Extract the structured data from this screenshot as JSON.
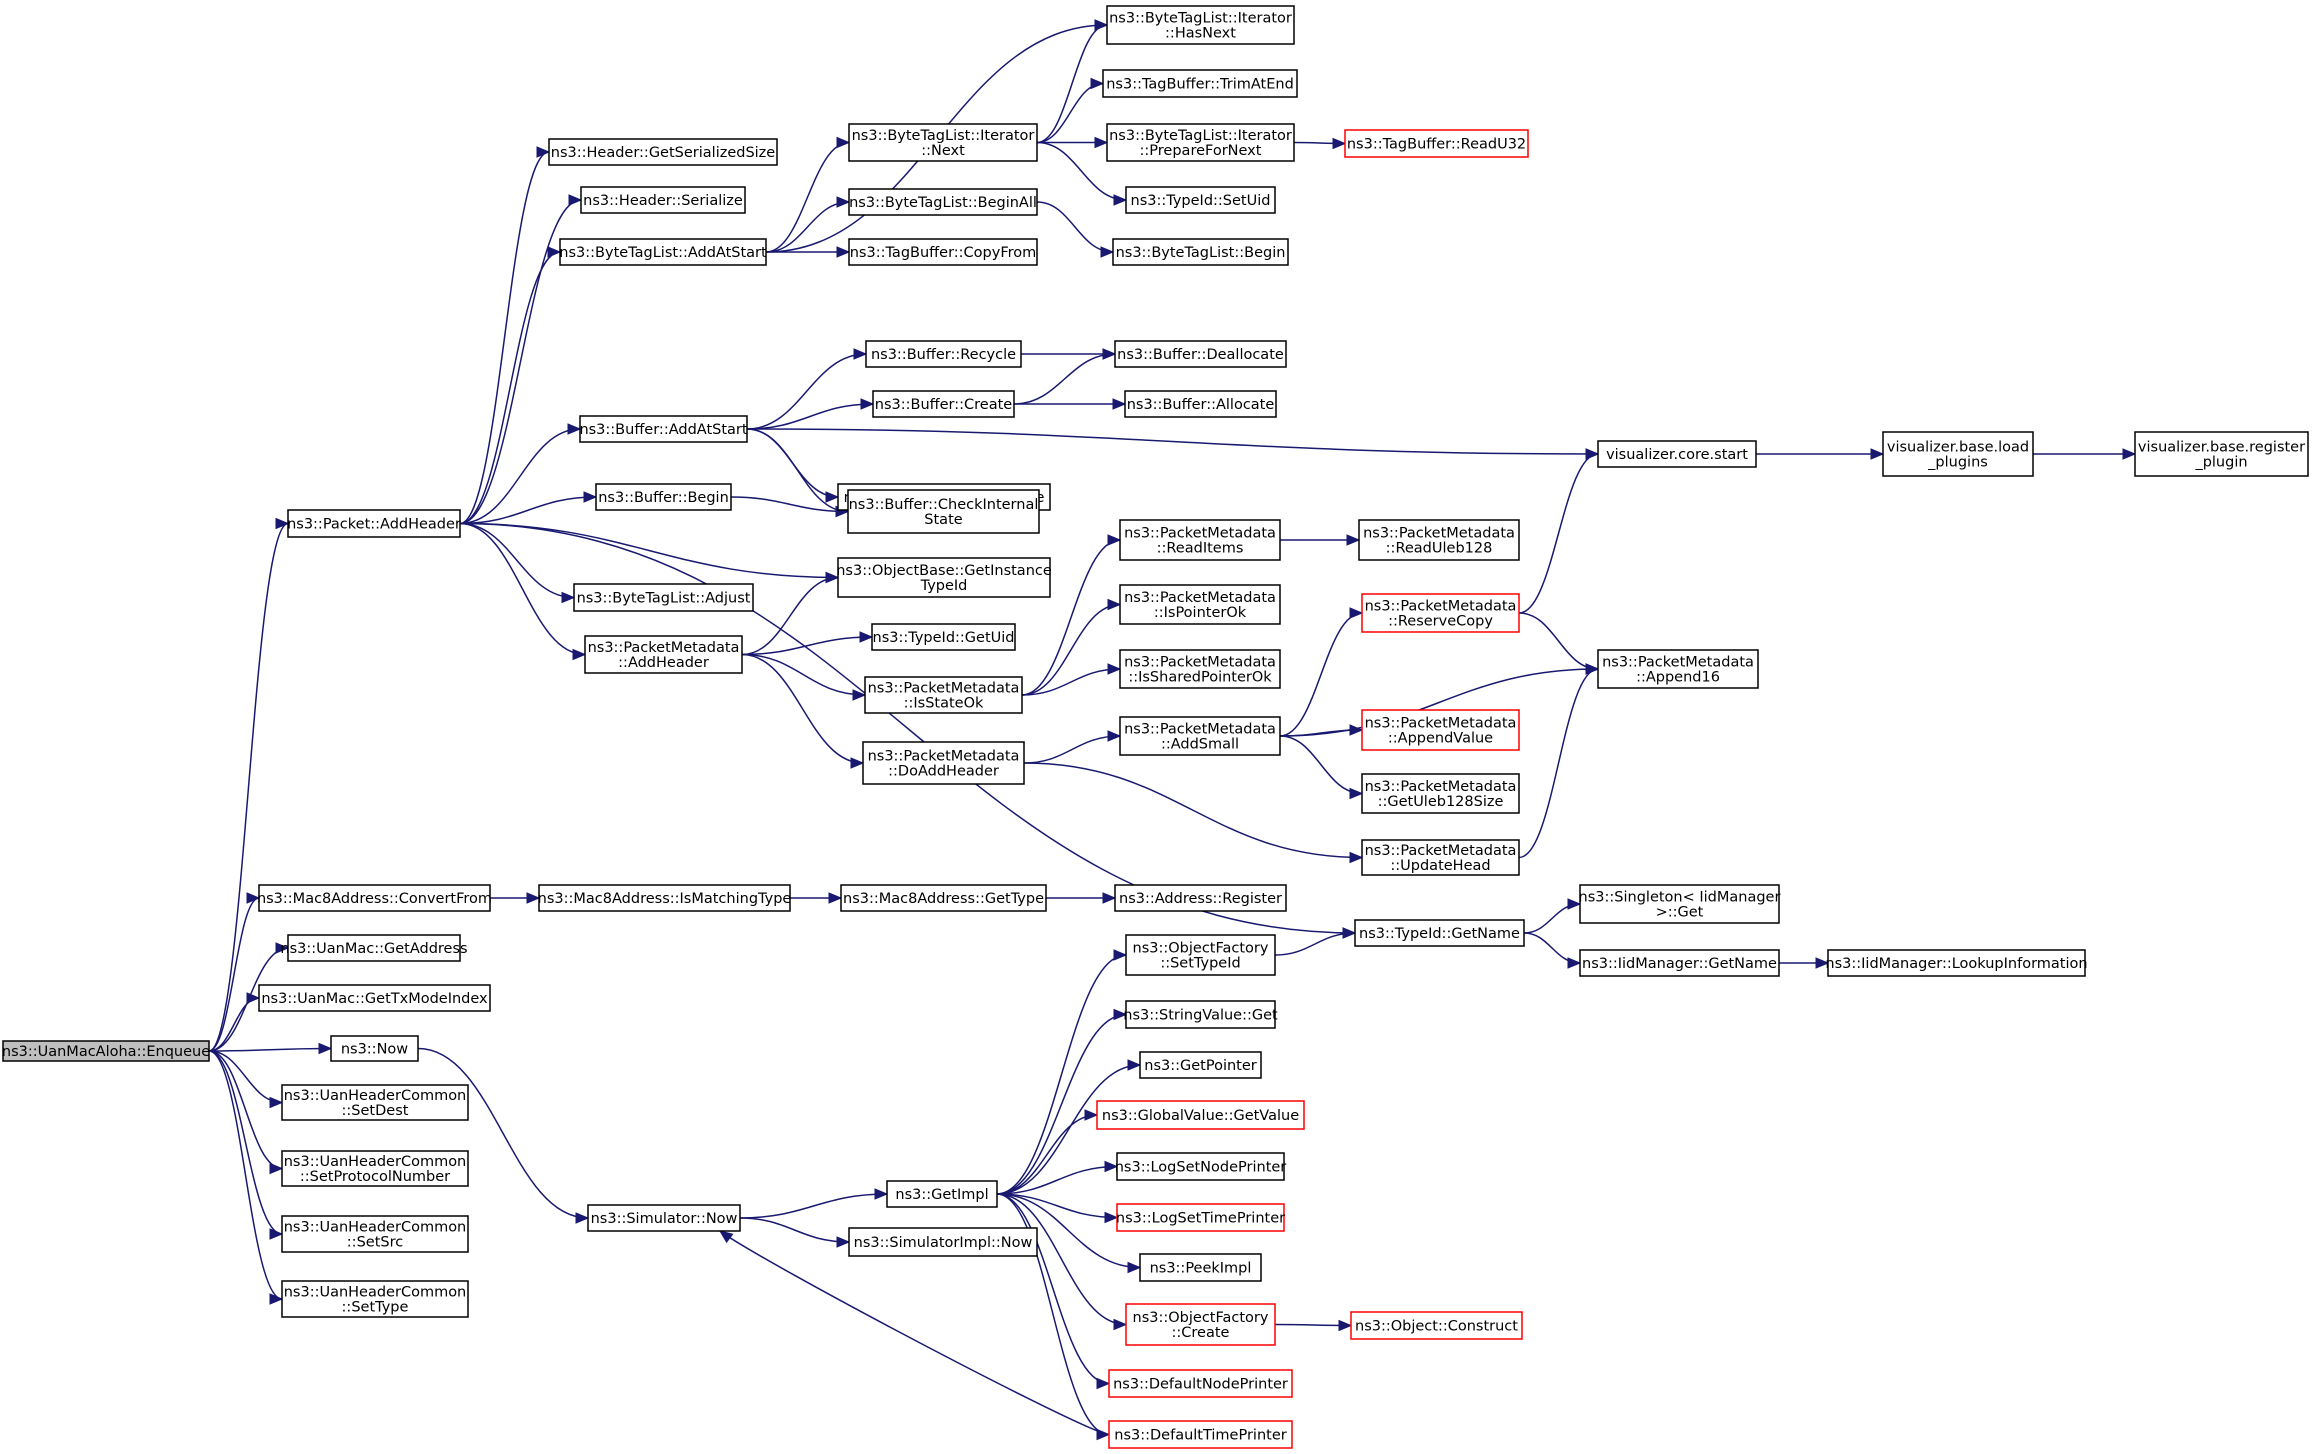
{
  "nodes": [
    {
      "id": "n0",
      "lines": [
        "ns3::UanMacAloha::Enqueue"
      ],
      "style": "root"
    },
    {
      "id": "n1",
      "lines": [
        "ns3::Packet::AddHeader"
      ]
    },
    {
      "id": "n2",
      "lines": [
        "ns3::Mac8Address::ConvertFrom"
      ]
    },
    {
      "id": "n3",
      "lines": [
        "ns3::UanMac::GetAddress"
      ]
    },
    {
      "id": "n4",
      "lines": [
        "ns3::UanMac::GetTxModeIndex"
      ]
    },
    {
      "id": "n5",
      "lines": [
        "ns3::Now"
      ]
    },
    {
      "id": "n6",
      "lines": [
        "ns3::UanHeaderCommon",
        "::SetDest"
      ]
    },
    {
      "id": "n7",
      "lines": [
        "ns3::UanHeaderCommon",
        "::SetProtocolNumber"
      ]
    },
    {
      "id": "n8",
      "lines": [
        "ns3::UanHeaderCommon",
        "::SetSrc"
      ]
    },
    {
      "id": "n9",
      "lines": [
        "ns3::UanHeaderCommon",
        "::SetType"
      ]
    },
    {
      "id": "n10",
      "lines": [
        "ns3::Header::GetSerializedSize"
      ]
    },
    {
      "id": "n11",
      "lines": [
        "ns3::Header::Serialize"
      ]
    },
    {
      "id": "n12",
      "lines": [
        "ns3::ByteTagList::AddAtStart"
      ]
    },
    {
      "id": "n13",
      "lines": [
        "ns3::Buffer::AddAtStart"
      ]
    },
    {
      "id": "n14",
      "lines": [
        "ns3::Buffer::Begin"
      ]
    },
    {
      "id": "n15",
      "lines": [
        "ns3::ByteTagList::Adjust"
      ]
    },
    {
      "id": "n16",
      "lines": [
        "ns3::PacketMetadata",
        "::AddHeader"
      ]
    },
    {
      "id": "n17",
      "lines": [
        "ns3::ObjectBase::GetInstance",
        "TypeId"
      ]
    },
    {
      "id": "n18",
      "lines": [
        "ns3::TypeId::GetName"
      ]
    },
    {
      "id": "n19",
      "lines": [
        "ns3::ByteTagList::Iterator",
        "::Next"
      ]
    },
    {
      "id": "n20",
      "lines": [
        "ns3::ByteTagList::BeginAll"
      ]
    },
    {
      "id": "n21",
      "lines": [
        "ns3::TagBuffer::CopyFrom"
      ]
    },
    {
      "id": "n22",
      "lines": [
        "ns3::ByteTagList::Iterator",
        "::HasNext"
      ]
    },
    {
      "id": "n23",
      "lines": [
        "ns3::TagBuffer::TrimAtEnd"
      ]
    },
    {
      "id": "n24",
      "lines": [
        "ns3::ByteTagList::Iterator",
        "::PrepareForNext"
      ]
    },
    {
      "id": "n25",
      "lines": [
        "ns3::TypeId::SetUid"
      ]
    },
    {
      "id": "n26",
      "lines": [
        "ns3::TagBuffer::ReadU32"
      ],
      "style": "red"
    },
    {
      "id": "n27",
      "lines": [
        "ns3::ByteTagList::Begin"
      ]
    },
    {
      "id": "n28",
      "lines": [
        "ns3::Buffer::Recycle"
      ]
    },
    {
      "id": "n29",
      "lines": [
        "ns3::Buffer::Create"
      ]
    },
    {
      "id": "n30",
      "lines": [
        "ns3::Buffer::GetInternalSize"
      ]
    },
    {
      "id": "n31",
      "lines": [
        "ns3::Buffer::CheckInternal",
        "State"
      ]
    },
    {
      "id": "n32",
      "lines": [
        "visualizer.core.start"
      ]
    },
    {
      "id": "n33",
      "lines": [
        "ns3::Buffer::Deallocate"
      ]
    },
    {
      "id": "n34",
      "lines": [
        "ns3::Buffer::Allocate"
      ]
    },
    {
      "id": "n35",
      "lines": [
        "visualizer.base.load",
        "_plugins"
      ]
    },
    {
      "id": "n36",
      "lines": [
        "visualizer.base.register",
        "_plugin"
      ]
    },
    {
      "id": "n37",
      "lines": [
        "ns3::TypeId::GetUid"
      ]
    },
    {
      "id": "n38",
      "lines": [
        "ns3::PacketMetadata",
        "::IsStateOk"
      ]
    },
    {
      "id": "n39",
      "lines": [
        "ns3::PacketMetadata",
        "::DoAddHeader"
      ]
    },
    {
      "id": "n40",
      "lines": [
        "ns3::PacketMetadata",
        "::ReadItems"
      ]
    },
    {
      "id": "n41",
      "lines": [
        "ns3::PacketMetadata",
        "::IsPointerOk"
      ]
    },
    {
      "id": "n42",
      "lines": [
        "ns3::PacketMetadata",
        "::IsSharedPointerOk"
      ]
    },
    {
      "id": "n43",
      "lines": [
        "ns3::PacketMetadata",
        "::ReadUleb128"
      ]
    },
    {
      "id": "n44",
      "lines": [
        "ns3::PacketMetadata",
        "::AddSmall"
      ]
    },
    {
      "id": "n45",
      "lines": [
        "ns3::PacketMetadata",
        "::UpdateHead"
      ]
    },
    {
      "id": "n46",
      "lines": [
        "ns3::PacketMetadata",
        "::ReserveCopy"
      ],
      "style": "red"
    },
    {
      "id": "n47",
      "lines": [
        "ns3::PacketMetadata",
        "::Append16"
      ]
    },
    {
      "id": "n48",
      "lines": [
        "ns3::PacketMetadata",
        "::AppendValue"
      ],
      "style": "red"
    },
    {
      "id": "n49",
      "lines": [
        "ns3::PacketMetadata",
        "::GetUleb128Size"
      ]
    },
    {
      "id": "n50",
      "lines": [
        "ns3::Singleton< IidManager",
        ">::Get"
      ]
    },
    {
      "id": "n51",
      "lines": [
        "ns3::IidManager::GetName"
      ]
    },
    {
      "id": "n52",
      "lines": [
        "ns3::IidManager::LookupInformation"
      ]
    },
    {
      "id": "n53",
      "lines": [
        "ns3::Mac8Address::IsMatchingType"
      ]
    },
    {
      "id": "n54",
      "lines": [
        "ns3::Mac8Address::GetType"
      ]
    },
    {
      "id": "n55",
      "lines": [
        "ns3::Address::Register"
      ]
    },
    {
      "id": "n56",
      "lines": [
        "ns3::Simulator::Now"
      ]
    },
    {
      "id": "n57",
      "lines": [
        "ns3::GetImpl"
      ]
    },
    {
      "id": "n58",
      "lines": [
        "ns3::SimulatorImpl::Now"
      ]
    },
    {
      "id": "n59",
      "lines": [
        "ns3::ObjectFactory",
        "::SetTypeId"
      ]
    },
    {
      "id": "n60",
      "lines": [
        "ns3::StringValue::Get"
      ]
    },
    {
      "id": "n61",
      "lines": [
        "ns3::GetPointer"
      ]
    },
    {
      "id": "n62",
      "lines": [
        "ns3::GlobalValue::GetValue"
      ],
      "style": "red"
    },
    {
      "id": "n63",
      "lines": [
        "ns3::LogSetNodePrinter"
      ]
    },
    {
      "id": "n64",
      "lines": [
        "ns3::LogSetTimePrinter"
      ],
      "style": "red"
    },
    {
      "id": "n65",
      "lines": [
        "ns3::PeekImpl"
      ]
    },
    {
      "id": "n66",
      "lines": [
        "ns3::ObjectFactory",
        "::Create"
      ],
      "style": "red"
    },
    {
      "id": "n67",
      "lines": [
        "ns3::DefaultNodePrinter"
      ],
      "style": "red"
    },
    {
      "id": "n68",
      "lines": [
        "ns3::DefaultTimePrinter"
      ],
      "style": "red"
    },
    {
      "id": "n69",
      "lines": [
        "ns3::Object::Construct"
      ],
      "style": "red"
    }
  ],
  "edges": [
    [
      "n0",
      "n1"
    ],
    [
      "n0",
      "n2"
    ],
    [
      "n0",
      "n3"
    ],
    [
      "n0",
      "n4"
    ],
    [
      "n0",
      "n5"
    ],
    [
      "n0",
      "n6"
    ],
    [
      "n0",
      "n7"
    ],
    [
      "n0",
      "n8"
    ],
    [
      "n0",
      "n9"
    ],
    [
      "n1",
      "n10"
    ],
    [
      "n1",
      "n11"
    ],
    [
      "n1",
      "n12"
    ],
    [
      "n1",
      "n13"
    ],
    [
      "n1",
      "n14"
    ],
    [
      "n1",
      "n15"
    ],
    [
      "n1",
      "n16"
    ],
    [
      "n1",
      "n17"
    ],
    [
      "n1",
      "n18"
    ],
    [
      "n12",
      "n19"
    ],
    [
      "n12",
      "n20"
    ],
    [
      "n12",
      "n21"
    ],
    [
      "n12",
      "n22"
    ],
    [
      "n19",
      "n22"
    ],
    [
      "n19",
      "n23"
    ],
    [
      "n19",
      "n24"
    ],
    [
      "n19",
      "n25"
    ],
    [
      "n24",
      "n26"
    ],
    [
      "n20",
      "n27"
    ],
    [
      "n13",
      "n28"
    ],
    [
      "n13",
      "n29"
    ],
    [
      "n13",
      "n30"
    ],
    [
      "n13",
      "n31"
    ],
    [
      "n13",
      "n32"
    ],
    [
      "n28",
      "n33"
    ],
    [
      "n29",
      "n33"
    ],
    [
      "n29",
      "n34"
    ],
    [
      "n14",
      "n31"
    ],
    [
      "n32",
      "n35"
    ],
    [
      "n35",
      "n36"
    ],
    [
      "n16",
      "n17"
    ],
    [
      "n16",
      "n37"
    ],
    [
      "n16",
      "n38"
    ],
    [
      "n16",
      "n39"
    ],
    [
      "n38",
      "n40"
    ],
    [
      "n38",
      "n41"
    ],
    [
      "n38",
      "n42"
    ],
    [
      "n40",
      "n43"
    ],
    [
      "n39",
      "n44"
    ],
    [
      "n39",
      "n45"
    ],
    [
      "n44",
      "n46"
    ],
    [
      "n44",
      "n47"
    ],
    [
      "n44",
      "n48"
    ],
    [
      "n44",
      "n49"
    ],
    [
      "n46",
      "n32"
    ],
    [
      "n46",
      "n47"
    ],
    [
      "n45",
      "n47"
    ],
    [
      "n18",
      "n50"
    ],
    [
      "n18",
      "n51"
    ],
    [
      "n51",
      "n52"
    ],
    [
      "n2",
      "n53"
    ],
    [
      "n53",
      "n54"
    ],
    [
      "n54",
      "n55"
    ],
    [
      "n5",
      "n56"
    ],
    [
      "n56",
      "n57"
    ],
    [
      "n56",
      "n58"
    ],
    [
      "n57",
      "n59"
    ],
    [
      "n57",
      "n60"
    ],
    [
      "n57",
      "n61"
    ],
    [
      "n57",
      "n62"
    ],
    [
      "n57",
      "n63"
    ],
    [
      "n57",
      "n64"
    ],
    [
      "n57",
      "n65"
    ],
    [
      "n57",
      "n66"
    ],
    [
      "n57",
      "n67"
    ],
    [
      "n57",
      "n68"
    ],
    [
      "n59",
      "n18"
    ],
    [
      "n66",
      "n69"
    ],
    [
      "n68",
      "n56"
    ]
  ]
}
